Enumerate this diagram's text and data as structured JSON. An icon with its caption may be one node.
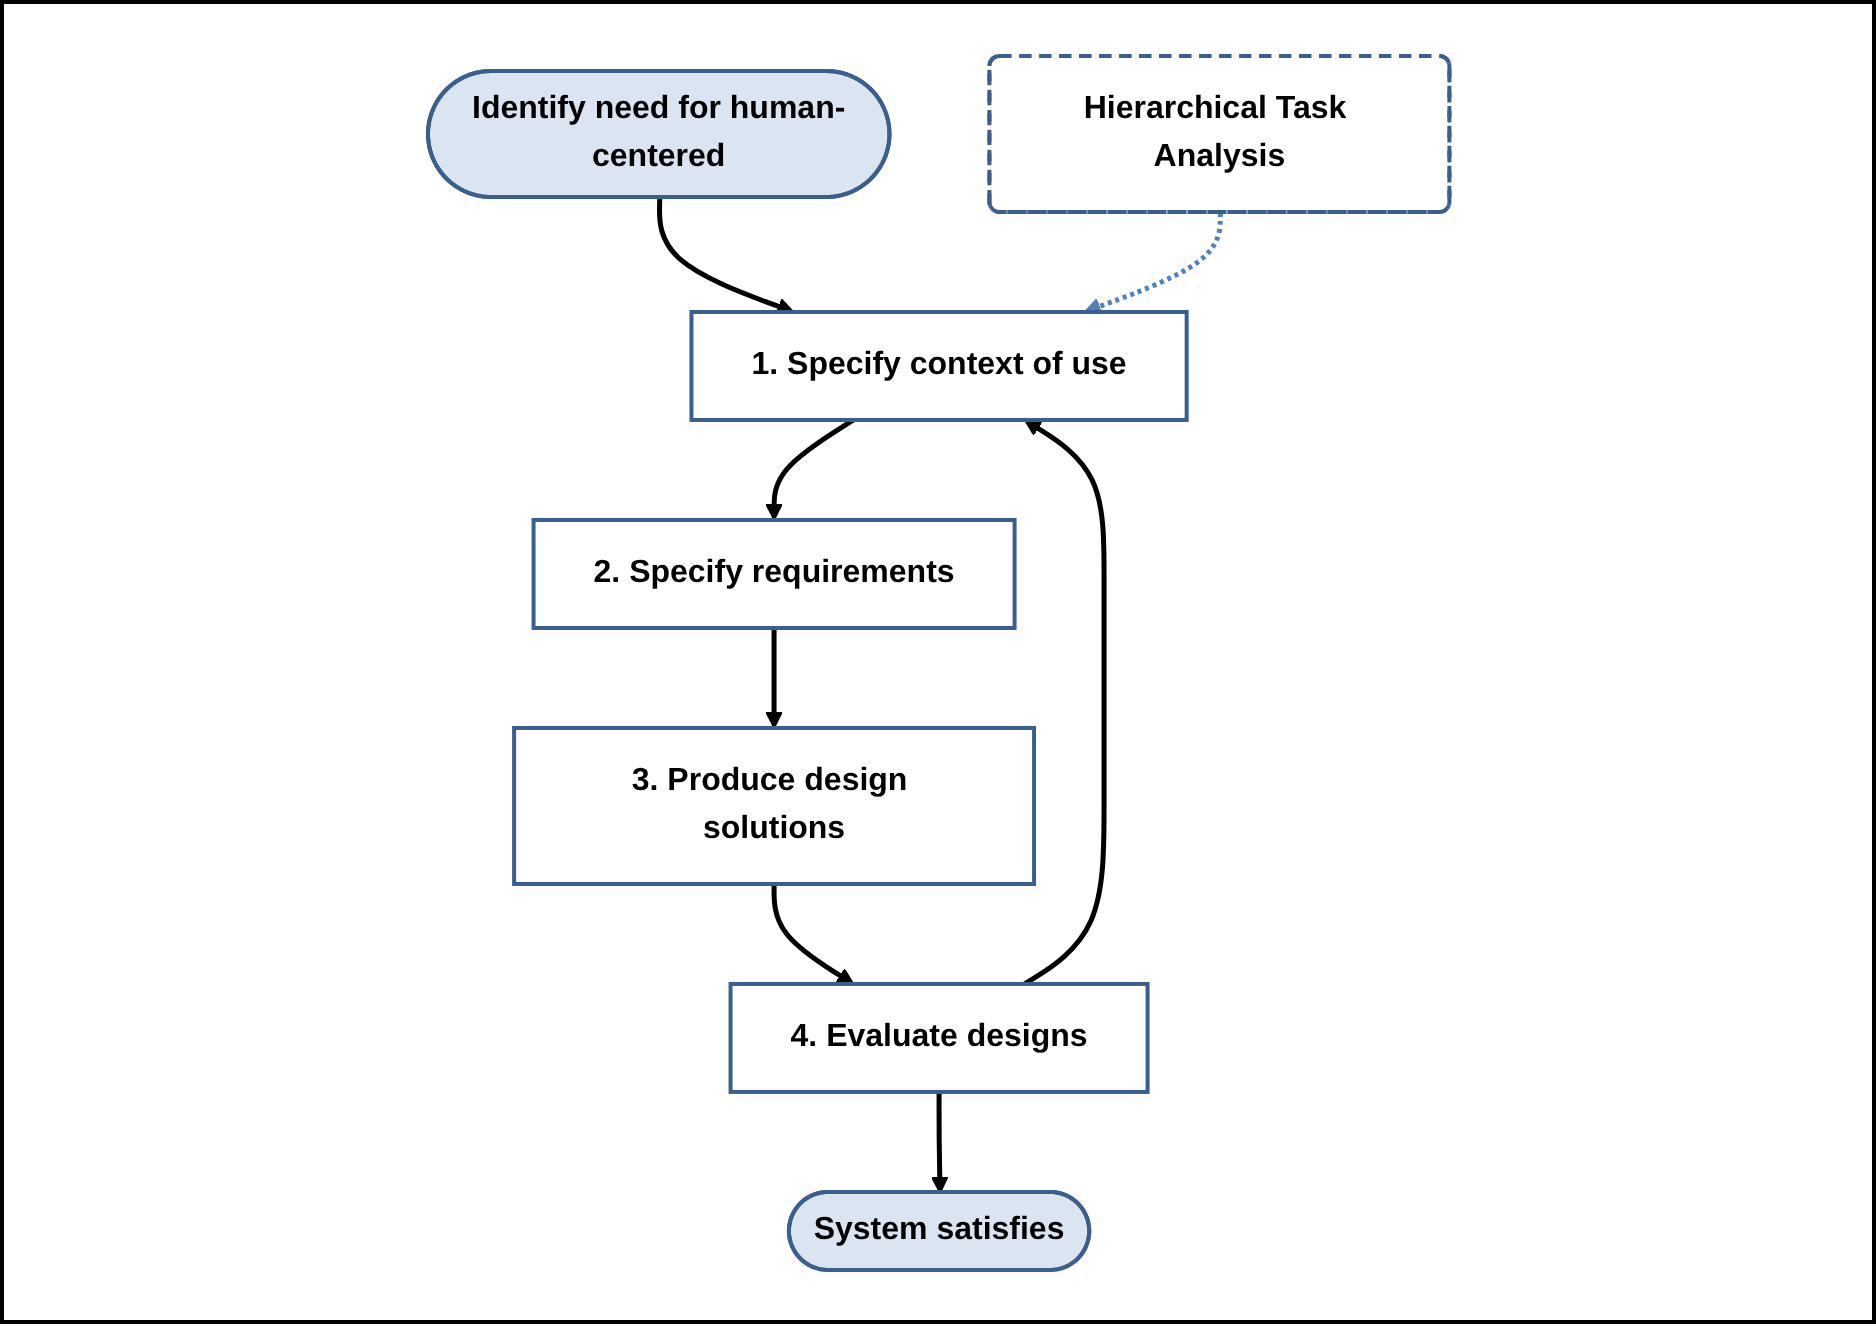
{
  "diagram": {
    "nodes": [
      {
        "text": [
          "Identify need for human-centered"
        ]
      },
      {
        "text": [
          "Hierarchical Task Analysis"
        ]
      },
      {
        "text": [
          "1. Specify context of use"
        ]
      },
      {
        "text": [
          "4. Evaluate designs"
        ]
      },
      {
        "text": [
          "System satisfies"
        ]
      },
      {
        "text": [
          "2. Specify requirements"
        ]
      },
      {
        "text": [
          "3. Produce design solutions"
        ]
      }
    ],
    "edges": [
      {
        "from": 0,
        "to": 2,
        "arrow": "to"
      },
      {
        "from": 1,
        "to": 2,
        "arrow": "to",
        "style": "dashed",
        "color": "#4f81bd"
      },
      {
        "from": 2,
        "to": 5,
        "arrow": "to"
      },
      {
        "from": 5,
        "to": 6,
        "arrow": "to"
      },
      {
        "from": 6,
        "to": 3,
        "arrow": "to"
      },
      {
        "from": 3,
        "to": 2,
        "arrow": "to"
      },
      {
        "from": 3,
        "to": 4,
        "arrow": "to"
      }
    ]
  }
}
